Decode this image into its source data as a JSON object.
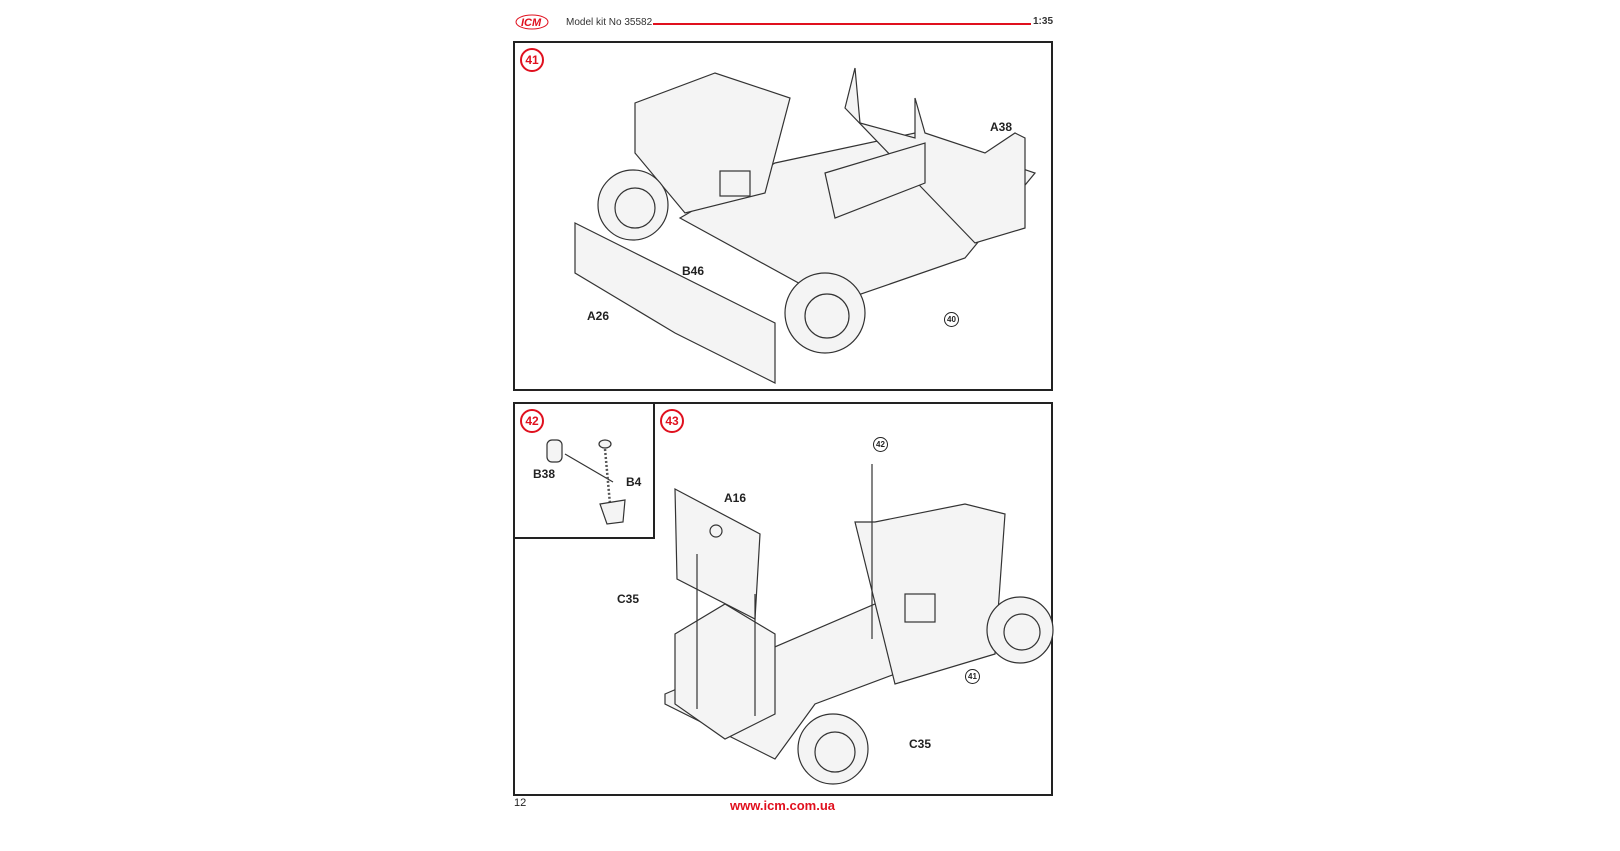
{
  "header": {
    "brand": "ICM",
    "kit_label": "Model kit No 35582",
    "scale": "1:35",
    "accent_color": "#e0101e"
  },
  "steps": [
    {
      "number": "41",
      "parts": [
        "A38",
        "B46",
        "A26"
      ],
      "refs": [
        "40"
      ]
    },
    {
      "number": "42",
      "parts": [
        "B38",
        "B4"
      ]
    },
    {
      "number": "43",
      "parts": [
        "A16",
        "C35",
        "C35"
      ],
      "refs": [
        "42",
        "41"
      ]
    }
  ],
  "footer": {
    "page_number": "12",
    "url": "www.icm.com.ua"
  }
}
